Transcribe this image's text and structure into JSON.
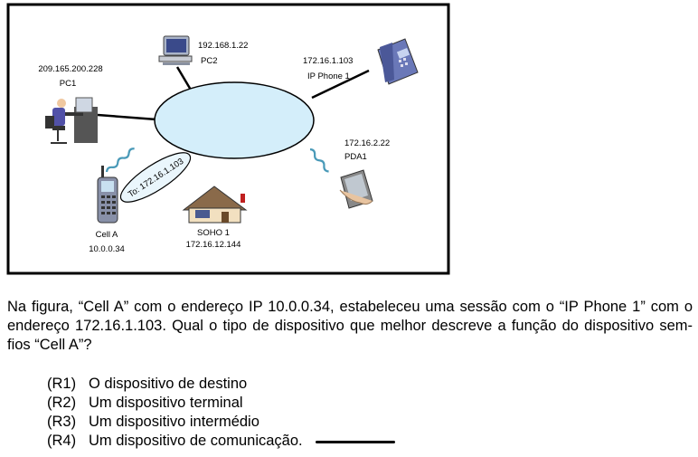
{
  "figure": {
    "nodes": {
      "pc1": {
        "name": "PC1",
        "ip": "209.165.200.228"
      },
      "pc2": {
        "name": "PC2",
        "ip": "192.168.1.22"
      },
      "ip_phone": {
        "name": "IP Phone 1",
        "ip": "172.16.1.103"
      },
      "pda": {
        "name": "PDA1",
        "ip": "172.16.2.22"
      },
      "soho": {
        "name": "SOHO 1",
        "ip": "172.16.12.144"
      },
      "cell": {
        "name": "Cell A",
        "ip": "10.0.0.34"
      }
    },
    "link_label": "To: 172.16.1.103",
    "icons": [
      "desktop-user-icon",
      "computer-icon",
      "ip-phone-icon",
      "pda-icon",
      "house-icon",
      "cell-phone-icon",
      "network-cloud-icon"
    ]
  },
  "question": {
    "text": "Na figura, “Cell A” com o endereço IP 10.0.0.34, estabeleceu uma sessão com o “IP Phone 1” com o endereço 172.16.1.103. Qual o tipo de dispositivo que melhor descreve a função do dispositivo sem-fios “Cell A”?"
  },
  "options": [
    {
      "id": "(R1)",
      "text": "O dispositivo de destino"
    },
    {
      "id": "(R2)",
      "text": "Um dispositivo terminal"
    },
    {
      "id": "(R3)",
      "text": "Um dispositivo intermédio"
    },
    {
      "id": "(R4)",
      "text": "Um dispositivo de comunicação."
    }
  ],
  "colors": {
    "network_cloud": "#d4eefa",
    "wireless_link": "#4a9ab8",
    "frame": "#000000"
  }
}
